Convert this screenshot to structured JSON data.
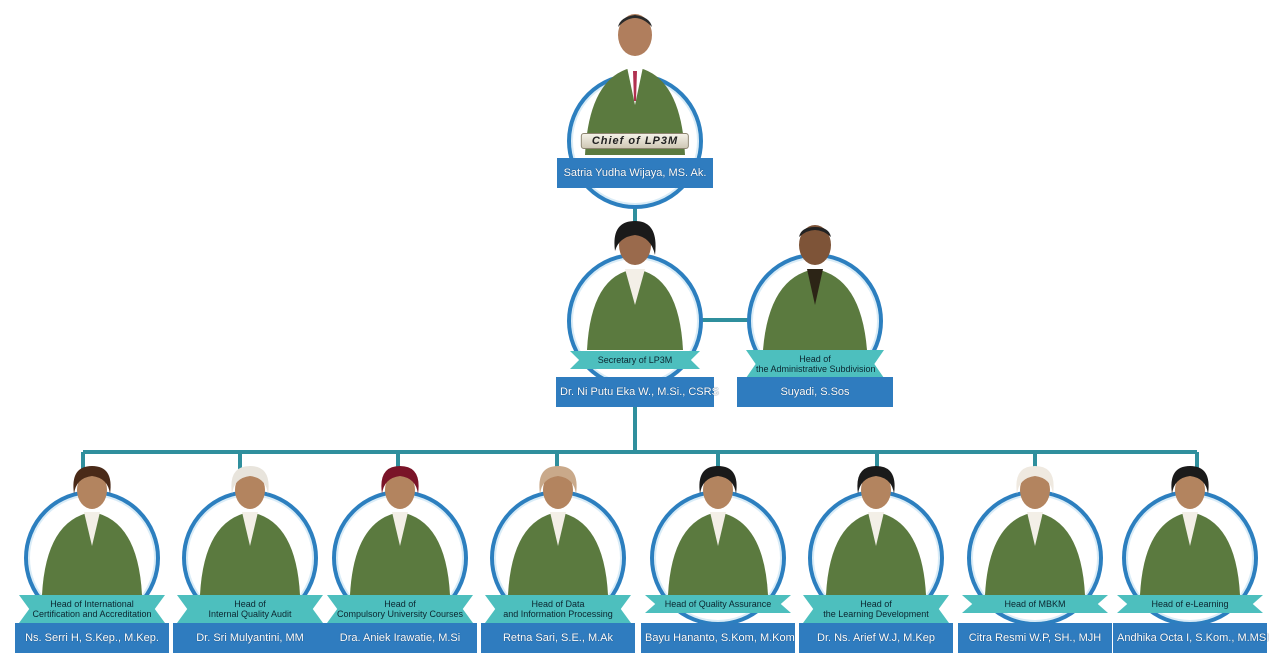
{
  "chief": {
    "plaque": "Chief of LP3M",
    "name": "Satria Yudha Wijaya, MS. Ak."
  },
  "secretary": {
    "role": "Secretary of LP3M",
    "name": "Dr. Ni Putu Eka W., M.Si., CSRS"
  },
  "admin": {
    "role_line1": "Head of",
    "role_line2": "the Administrative Subdivision",
    "name": "Suyadi, S.Sos"
  },
  "heads": [
    {
      "role_line1": "Head of International",
      "role_line2": "Certification and Accreditation",
      "name": "Ns. Serri H, S.Kep., M.Kep."
    },
    {
      "role_line1": "Head of",
      "role_line2": "Internal Quality Audit",
      "name": "Dr. Sri Mulyantini, MM"
    },
    {
      "role_line1": "Head of",
      "role_line2": "Compulsory University Courses",
      "name": "Dra. Aniek Irawatie, M.Si"
    },
    {
      "role_line1": "Head of Data",
      "role_line2": "and Information Processing",
      "name": "Retna Sari, S.E., M.Ak"
    },
    {
      "role_line1": "Head of Quality Assurance",
      "role_line2": "",
      "name": "Bayu Hananto, S.Kom, M.Kom"
    },
    {
      "role_line1": "Head of",
      "role_line2": "the Learning Development",
      "name": "Dr. Ns. Arief W.J, M.Kep"
    },
    {
      "role_line1": "Head of MBKM",
      "role_line2": "",
      "name": "Citra Resmi W.P, SH., MJH"
    },
    {
      "role_line1": "Head of e-Learning",
      "role_line2": "",
      "name": "Andhika Octa I, S.Kom., M.MSI"
    }
  ],
  "colors": {
    "connector": "#2f8f9d",
    "ring": "#2c7fbf",
    "role_ribbon": "#4dbfbe",
    "name_box": "#2f7cbf",
    "jacket": "#5b7a3f"
  }
}
